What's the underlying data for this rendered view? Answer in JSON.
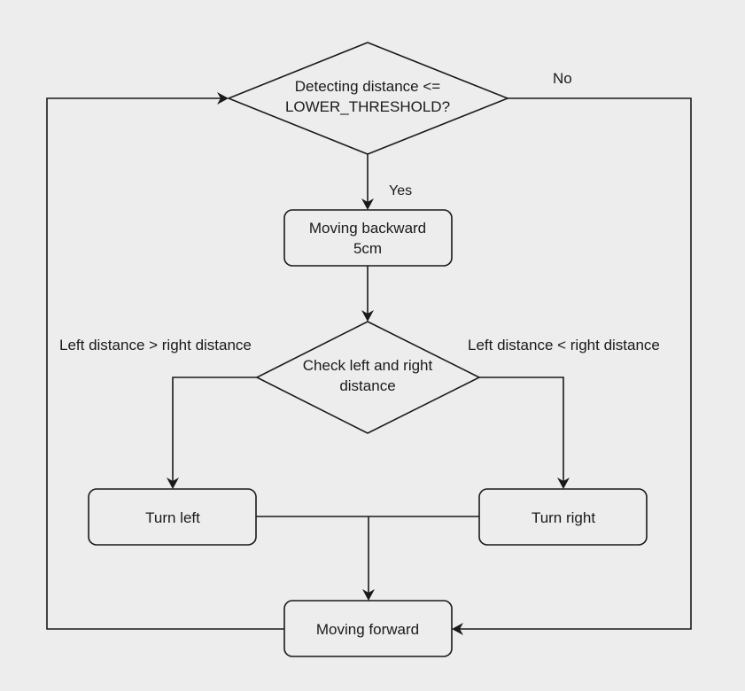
{
  "diagram": {
    "type": "flowchart",
    "nodes": {
      "decision_detect": {
        "shape": "diamond",
        "lines": [
          "Detecting distance <=",
          "LOWER_THRESHOLD?"
        ]
      },
      "move_back": {
        "shape": "rounded-rect",
        "lines": [
          "Moving backward",
          "5cm"
        ]
      },
      "decision_check": {
        "shape": "diamond",
        "lines": [
          "Check left and right",
          "distance"
        ]
      },
      "turn_left": {
        "shape": "rounded-rect",
        "lines": [
          "Turn left"
        ]
      },
      "turn_right": {
        "shape": "rounded-rect",
        "lines": [
          "Turn right"
        ]
      },
      "move_forward": {
        "shape": "rounded-rect",
        "lines": [
          "Moving forward"
        ]
      }
    },
    "edges": [
      {
        "from": "decision_detect",
        "to": "move_back",
        "label": "Yes"
      },
      {
        "from": "decision_detect",
        "to": "move_forward",
        "label": "No"
      },
      {
        "from": "move_back",
        "to": "decision_check",
        "label": ""
      },
      {
        "from": "decision_check",
        "to": "turn_left",
        "label": "Left distance > right distance"
      },
      {
        "from": "decision_check",
        "to": "turn_right",
        "label": "Left distance < right distance"
      },
      {
        "from": "turn_left",
        "to": "move_forward",
        "label": ""
      },
      {
        "from": "turn_right",
        "to": "move_forward",
        "label": ""
      },
      {
        "from": "move_forward",
        "to": "decision_detect",
        "label": ""
      }
    ],
    "labels": {
      "yes": "Yes",
      "no": "No",
      "left_condition": "Left distance > right distance",
      "right_condition": "Left distance < right distance"
    }
  }
}
